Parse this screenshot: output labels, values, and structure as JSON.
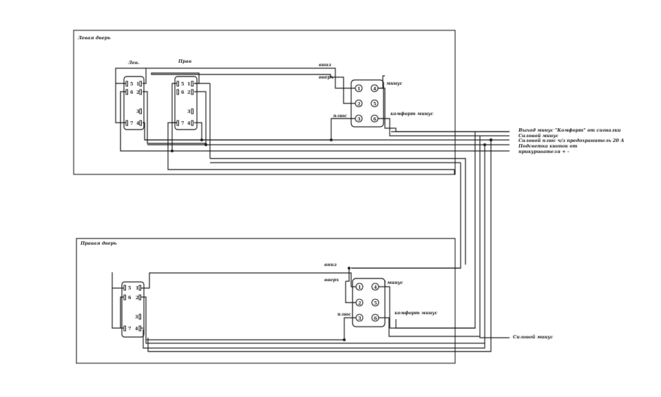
{
  "doors": {
    "left": {
      "title": "Левая дверь"
    },
    "right": {
      "title": "Правая дверь"
    }
  },
  "switches": {
    "left_label": "Лев.",
    "right_label": "Прав"
  },
  "switch_pins": {
    "p1": "1",
    "p2": "2",
    "p3": "3",
    "p4": "4",
    "p5": "5",
    "p6": "6",
    "p7": "7"
  },
  "module_pins": {
    "p1": "1",
    "p2": "2",
    "p3": "3",
    "p4": "4",
    "p5": "5",
    "p6": "6"
  },
  "signals": {
    "down": "вниз",
    "up": "вверх",
    "plus": "плюс",
    "minus": "минус",
    "comfort_minus": "комфорт минус"
  },
  "outputs": {
    "comfort_out": "Выход минус \"Комфорт\" от сигналки",
    "power_minus": "Силовой минус",
    "power_plus": "Силовой плюс ч/з предохранитель 20 А",
    "backlight_line1": "Подсветка кнопок от",
    "backlight_line2": "прикуривателя + -",
    "power_minus_bottom": "Силовой минус"
  }
}
